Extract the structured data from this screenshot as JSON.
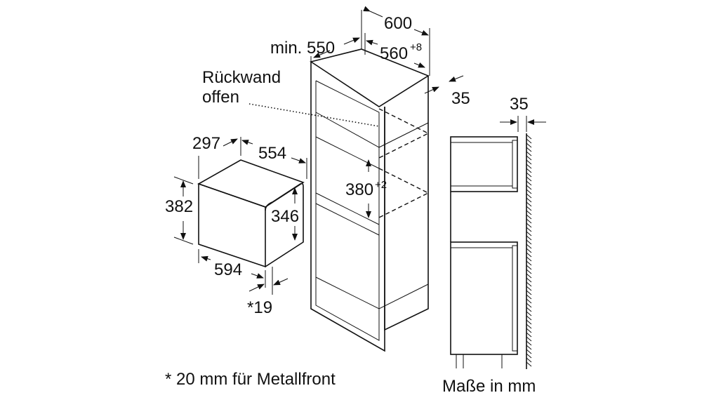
{
  "cabinet": {
    "depth_label": "min. 550",
    "width_label": "600",
    "inner_width": "560",
    "inner_width_tol": "+8",
    "back_gap": "35",
    "niche_height": "380",
    "niche_height_tol": "+2"
  },
  "note_back": {
    "line1": "Rückwand",
    "line2": "offen"
  },
  "microwave": {
    "depth": "297",
    "width": "554",
    "height": "382",
    "front_height": "346",
    "front_width": "594",
    "front_offset": "*19"
  },
  "side_view": {
    "gap": "35"
  },
  "footnote": "* 20 mm für Metallfront",
  "units": "Maße in mm"
}
